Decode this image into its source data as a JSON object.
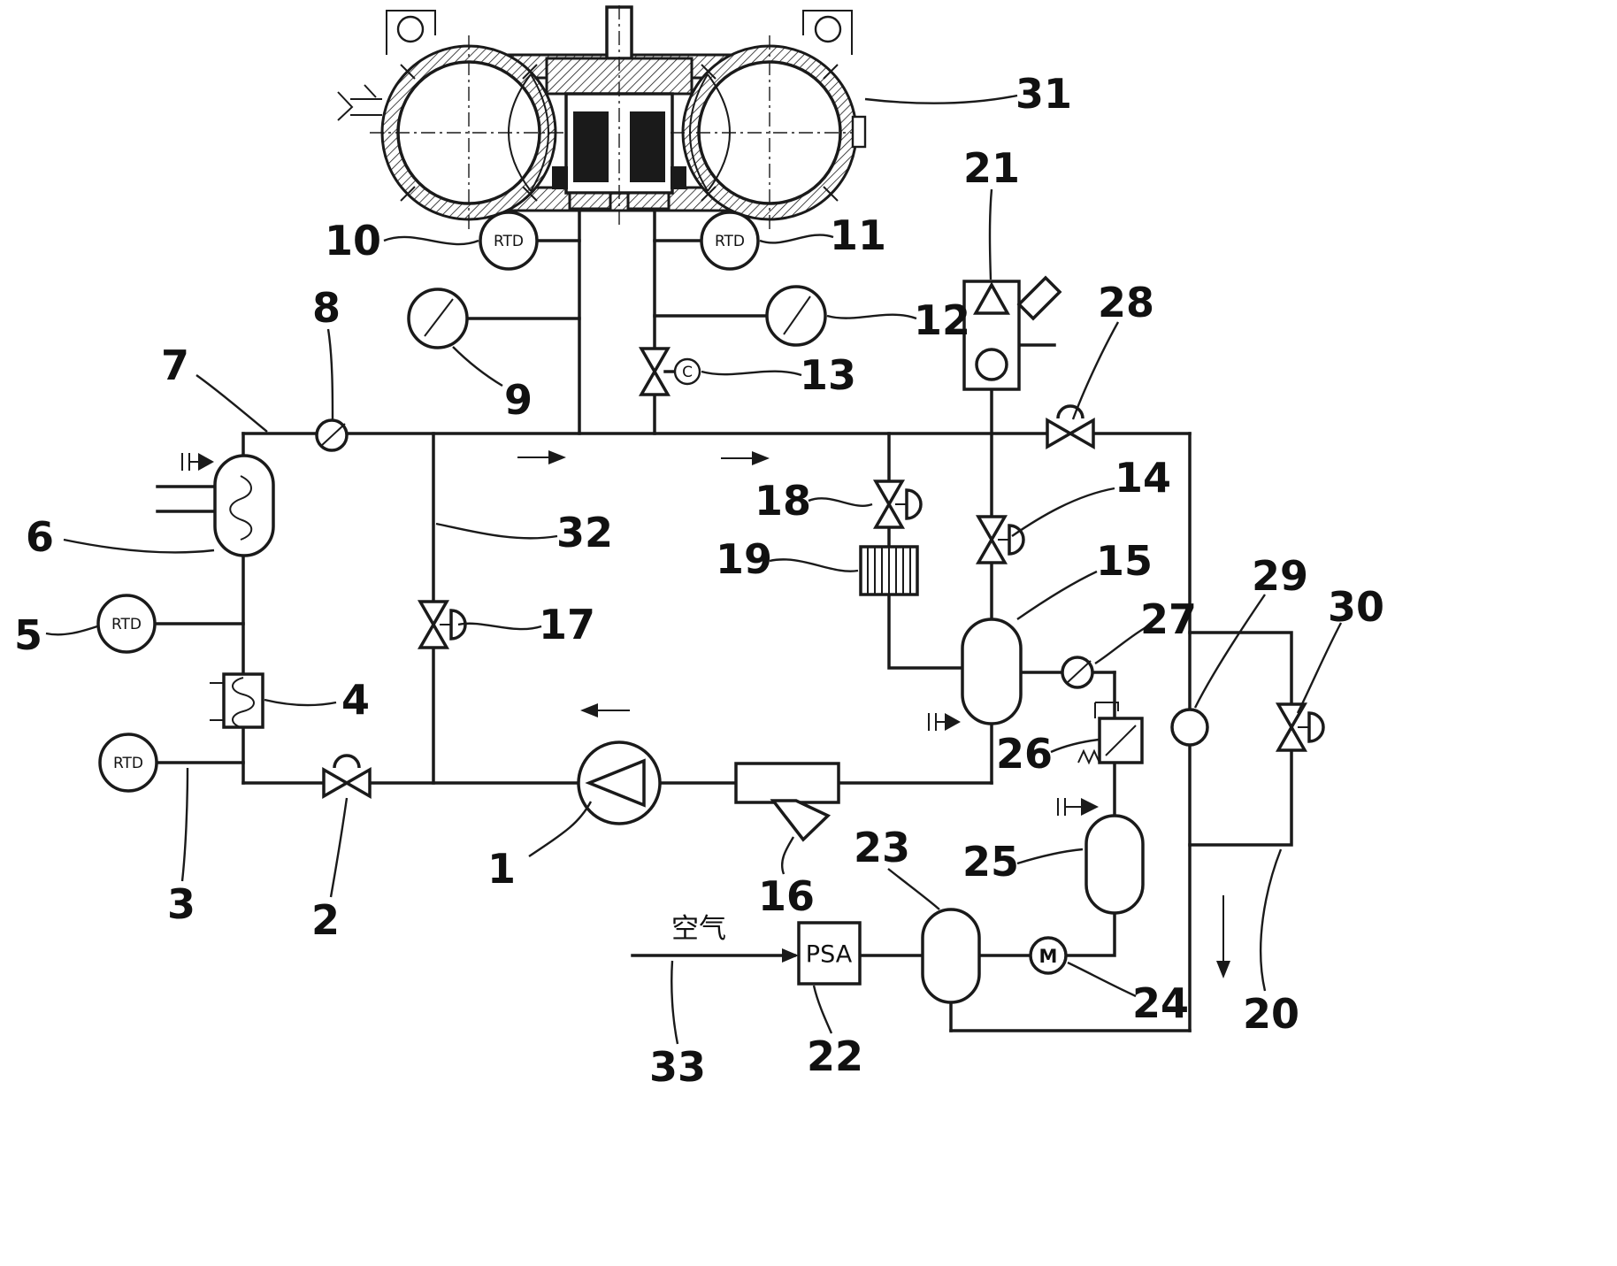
{
  "diagram": {
    "colors": {
      "ink": "#1a1a1a",
      "background": "#ffffff",
      "label": "#111111"
    },
    "labels": {
      "n1": "1",
      "n2": "2",
      "n3": "3",
      "n4": "4",
      "n5": "5",
      "n6": "6",
      "n7": "7",
      "n8": "8",
      "n9": "9",
      "n10": "10",
      "n11": "11",
      "n12": "12",
      "n13": "13",
      "n14": "14",
      "n15": "15",
      "n16": "16",
      "n17": "17",
      "n18": "18",
      "n19": "19",
      "n20": "20",
      "n21": "21",
      "n22": "22",
      "n23": "23",
      "n24": "24",
      "n25": "25",
      "n26": "26",
      "n27": "27",
      "n28": "28",
      "n29": "29",
      "n30": "30",
      "n31": "31",
      "n32": "32",
      "n33": "33"
    },
    "texts": {
      "rtd": "RTD",
      "psa": "PSA",
      "valve_c": "C",
      "motor_m": "M",
      "air": "空气"
    }
  }
}
